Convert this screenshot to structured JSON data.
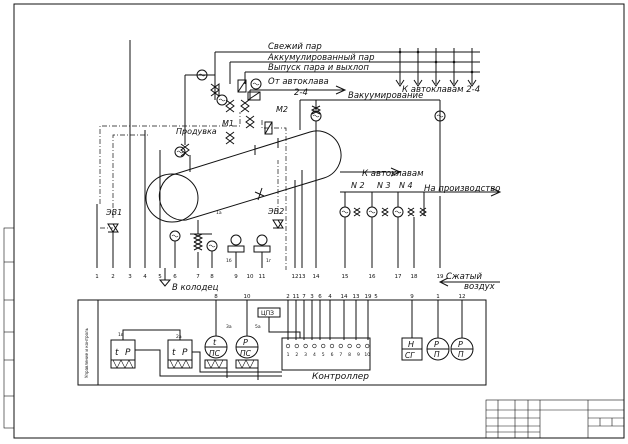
{
  "lines": {
    "fresh_steam": "Свежий пар",
    "accumulated_steam": "Аккумулированный пар",
    "steam_release": "Выпуск пара и выхлоп",
    "from_autoclave": "От автоклава",
    "from_autoclave_no": "2-4",
    "to_autoclaves_24": "К автоклавам  2-4",
    "vacuuming": "Вакуумирование",
    "to_autoclaves": "К автоклавам",
    "to_production": "На производство",
    "compressed_air_1": "Сжатый",
    "compressed_air_2": "воздух",
    "to_well": "В колодец",
    "purge": "Продувка"
  },
  "equipment": {
    "m1": "М1",
    "m2": "М2",
    "ev1": "ЭВ1",
    "ev2": "ЭВ2",
    "n2": "N 2",
    "n3": "N 3",
    "n4": "N 4"
  },
  "instruments": {
    "tr_top": "t",
    "tr_bot": "Р",
    "ptr_top": "t",
    "ptr_bot": "Р",
    "tis_top": "t",
    "tis_bot": "ПС",
    "pis_top": "Р",
    "pis_bot": "ПС",
    "hsg_top": "Н",
    "hsg_bot": "СГ",
    "p1_top": "Р",
    "p1_bot": "П",
    "p2_top": "Р",
    "p2_bot": "П",
    "cpu_label": "ЦПЗ",
    "controller": "Контроллер",
    "tag_1a": "1а",
    "tag_1b": "1б",
    "tag_1v": "1в",
    "tag_1g": "1г",
    "tag_2a": "2а",
    "tag_3a": "3а",
    "tag_5a": "5а"
  },
  "panel_side_text": "Управление и контроль",
  "field_numbers": [
    "1",
    "2",
    "3",
    "4",
    "5",
    "6",
    "7",
    "8",
    "9",
    "10",
    "11",
    "12",
    "13",
    "14",
    "15",
    "16",
    "17",
    "18",
    "19"
  ],
  "panel_numbers": [
    "8",
    "10",
    "2",
    "11",
    "7",
    "3",
    "6",
    "4",
    "14",
    "13",
    "19",
    "5",
    "9",
    "1",
    "12"
  ],
  "terminal_numbers": [
    "1",
    "2",
    "3",
    "4",
    "5",
    "6",
    "7",
    "8",
    "9",
    "10"
  ],
  "colors": {
    "ink": "#111111",
    "paper": "#ffffff"
  }
}
